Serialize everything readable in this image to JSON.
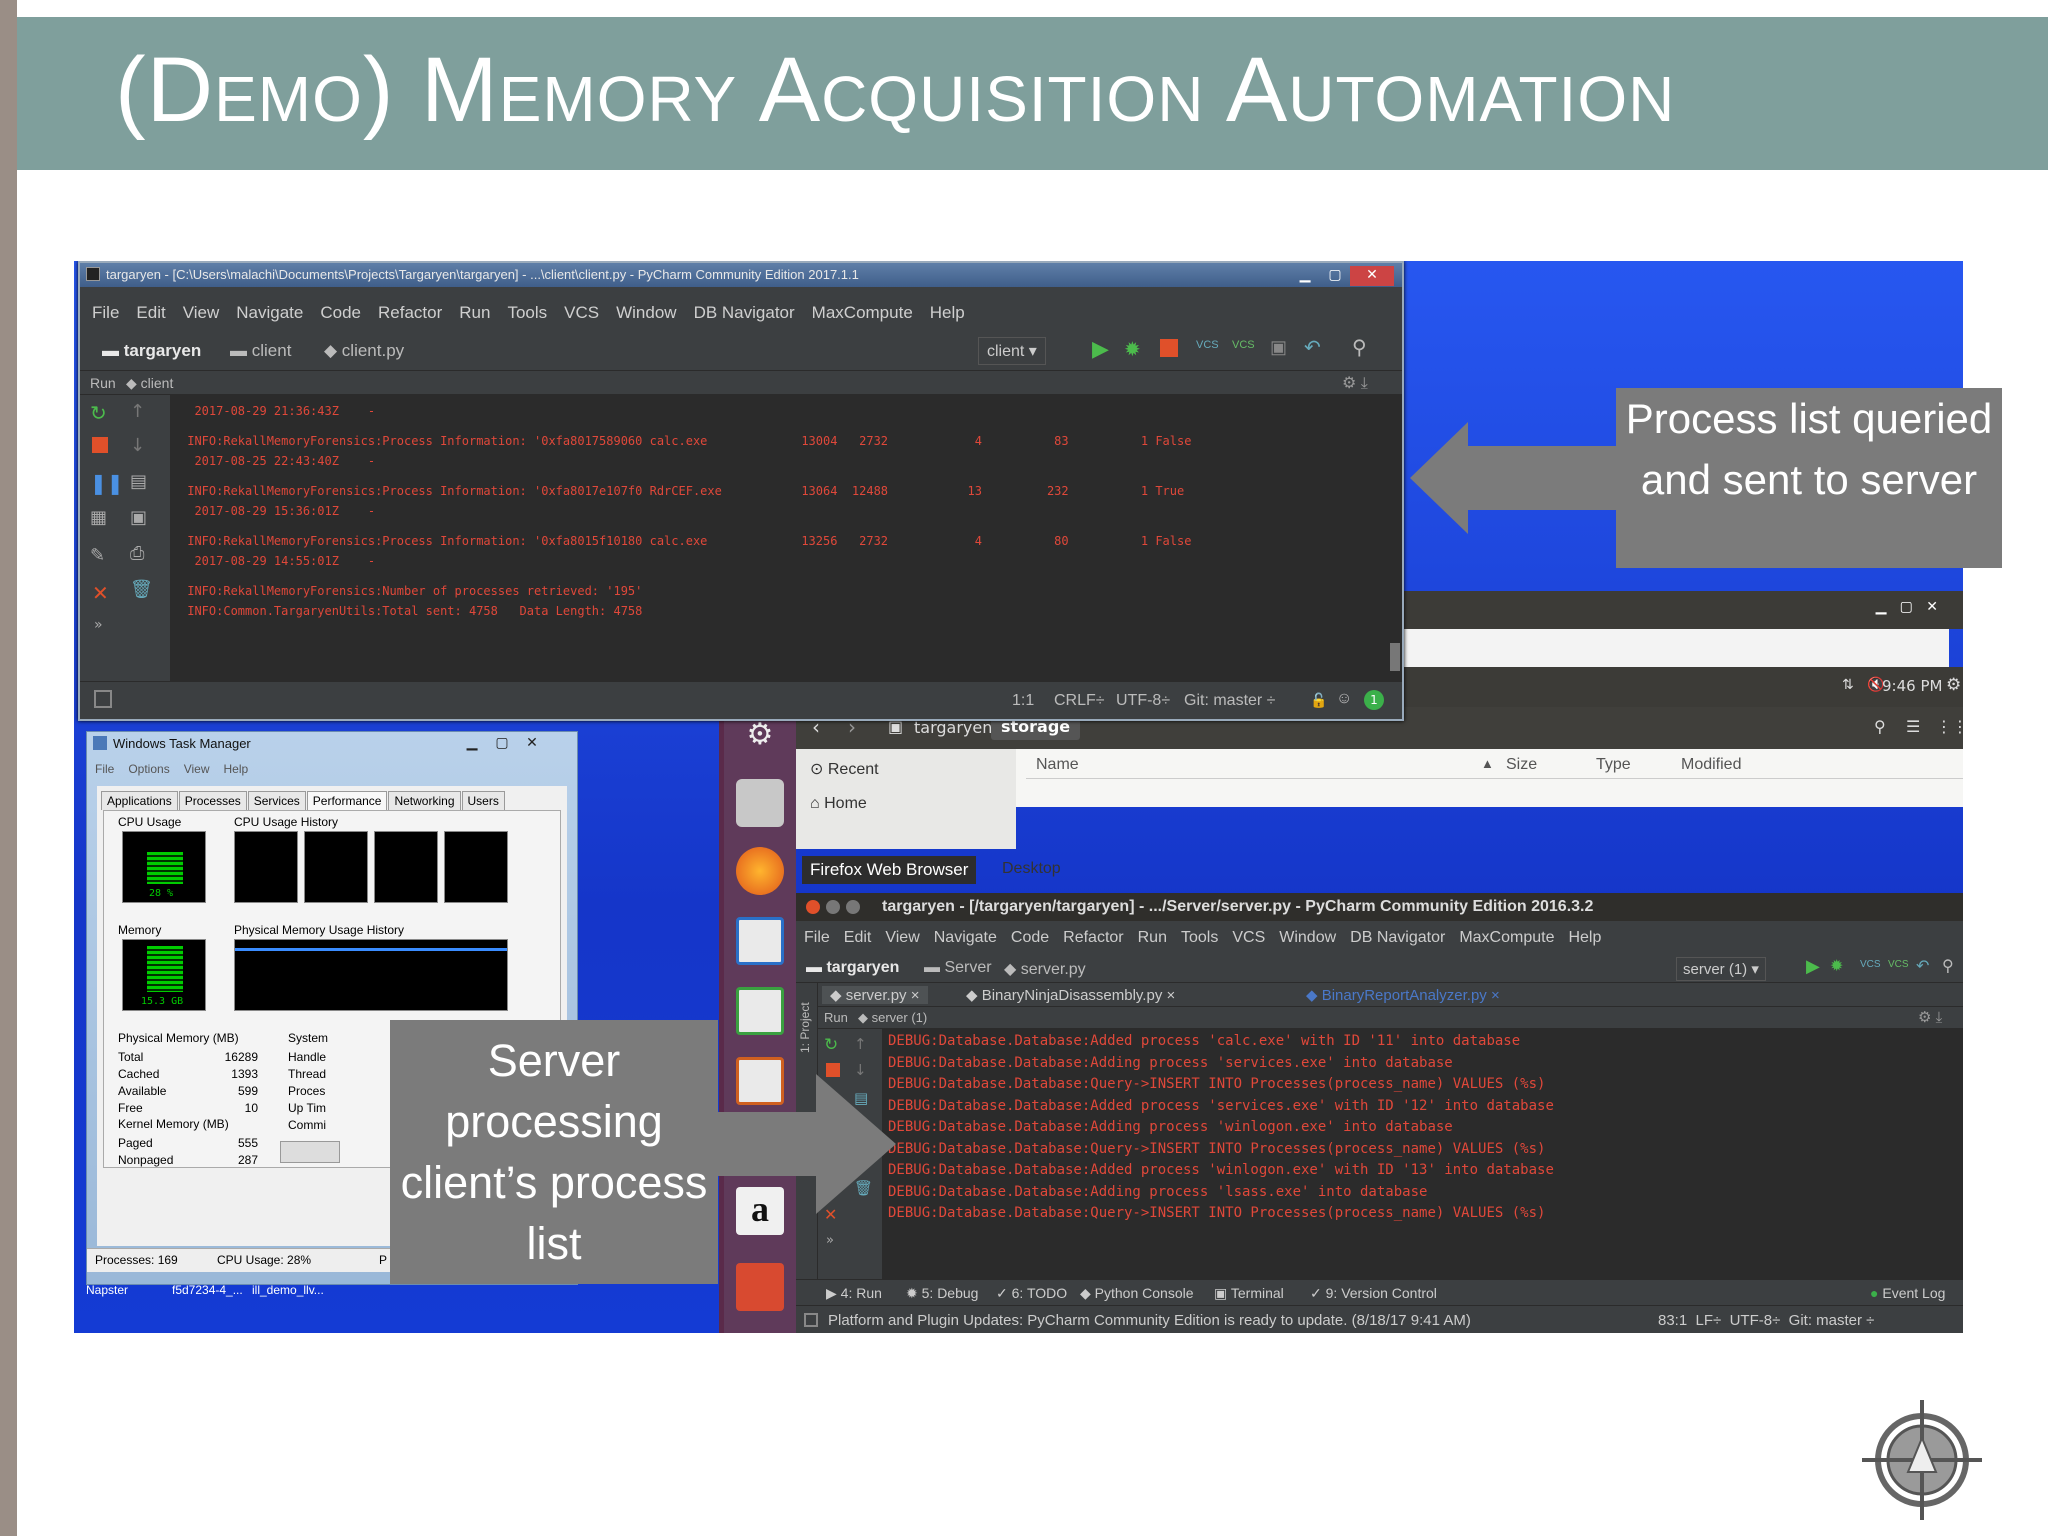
{
  "slide": {
    "title": "(Demo) Memory Acquisition Automation"
  },
  "client_ide": {
    "window_title": "targaryen - [C:\\Users\\malachi\\Documents\\Projects\\Targaryen\\targaryen] - ...\\client\\client.py - PyCharm Community Edition 2017.1.1",
    "menu": [
      "File",
      "Edit",
      "View",
      "Navigate",
      "Code",
      "Refactor",
      "Run",
      "Tools",
      "VCS",
      "Window",
      "DB Navigator",
      "MaxCompute",
      "Help"
    ],
    "breadcrumb": [
      "targaryen",
      "client",
      "client.py"
    ],
    "run_config": "client",
    "run_label": "Run",
    "run_target": "client",
    "console": [
      "  2017-08-29 21:36:43Z    -",
      " INFO:RekallMemoryForensics:Process Information: '0xfa8017589060 calc.exe             13004   2732            4          83          1 False",
      "  2017-08-25 22:43:40Z    -",
      " INFO:RekallMemoryForensics:Process Information: '0xfa8017e107f0 RdrCEF.exe           13064  12488           13         232          1 True",
      "  2017-08-29 15:36:01Z    -",
      " INFO:RekallMemoryForensics:Process Information: '0xfa8015f10180 calc.exe             13256   2732            4          80          1 False",
      "  2017-08-29 14:55:01Z    -",
      " INFO:RekallMemoryForensics:Number of processes retrieved: '195'",
      " INFO:Common.TargaryenUtils:Total sent: 4758   Data Length: 4758"
    ],
    "status": {
      "position": "1:1",
      "line_sep": "CRLF÷",
      "encoding": "UTF-8÷",
      "git": "Git: master ÷"
    }
  },
  "task_manager": {
    "title": "Windows Task Manager",
    "menu": [
      "File",
      "Options",
      "View",
      "Help"
    ],
    "tabs": [
      "Applications",
      "Processes",
      "Services",
      "Performance",
      "Networking",
      "Users"
    ],
    "active_tab": "Performance",
    "cpu_usage_label": "CPU Usage",
    "cpu_value": "28 %",
    "cpu_history_label": "CPU Usage History",
    "memory_label": "Memory",
    "memory_value": "15.3 GB",
    "mem_history_label": "Physical Memory Usage History",
    "physical_memory_label": "Physical Memory (MB)",
    "physical_memory": [
      [
        "Total",
        "16289"
      ],
      [
        "Cached",
        "1393"
      ],
      [
        "Available",
        "599"
      ],
      [
        "Free",
        "10"
      ]
    ],
    "system_label": "System",
    "system_rows": [
      "Handle",
      "Thread",
      "Proces",
      "Up Tim",
      "Commi"
    ],
    "kernel_memory_label": "Kernel Memory (MB)",
    "kernel_memory": [
      [
        "Paged",
        "555"
      ],
      [
        "Nonpaged",
        "287"
      ]
    ],
    "status": [
      "Processes: 169",
      "CPU Usage: 28%",
      "P"
    ]
  },
  "taskbar_bottom": [
    "Napster",
    "f5d7234-4_...",
    "ill_demo_llv..."
  ],
  "ubuntu": {
    "clock": "9:46 PM",
    "firefox_tooltip": "Firefox Web Browser",
    "files": {
      "path": [
        "targaryen",
        "storage"
      ],
      "sidebar": [
        "Recent",
        "Home",
        "Desktop"
      ],
      "columns": [
        "Name",
        "Size",
        "Type",
        "Modified"
      ]
    }
  },
  "server_ide": {
    "window_title": "targaryen - [/targaryen/targaryen] - .../Server/server.py - PyCharm Community Edition 2016.3.2",
    "menu": [
      "File",
      "Edit",
      "View",
      "Navigate",
      "Code",
      "Refactor",
      "Run",
      "Tools",
      "VCS",
      "Window",
      "DB Navigator",
      "MaxCompute",
      "Help"
    ],
    "breadcrumb": [
      "targaryen",
      "Server",
      "server.py"
    ],
    "run_config": "server (1)",
    "tabs": [
      "server.py",
      "BinaryNinjaDisassembly.py",
      "BinaryReportAnalyzer.py"
    ],
    "run_label": "Run",
    "run_target": "server (1)",
    "side_label": "1: Project",
    "console": [
      "DEBUG:Database.Database:Added process 'calc.exe' with ID '11' into database",
      "DEBUG:Database.Database:Adding process 'services.exe' into database",
      "DEBUG:Database.Database:Query->INSERT INTO Processes(process_name) VALUES (%s)",
      "DEBUG:Database.Database:Added process 'services.exe' with ID '12' into database",
      "DEBUG:Database.Database:Adding process 'winlogon.exe' into database",
      "DEBUG:Database.Database:Query->INSERT INTO Processes(process_name) VALUES (%s)",
      "DEBUG:Database.Database:Added process 'winlogon.exe' with ID '13' into database",
      "DEBUG:Database.Database:Adding process 'lsass.exe' into database",
      "DEBUG:Database.Database:Query->INSERT INTO Processes(process_name) VALUES (%s)"
    ],
    "bottom_tabs": [
      "4: Run",
      "5: Debug",
      "6: TODO",
      "Python Console",
      "Terminal",
      "9: Version Control",
      "Event Log"
    ],
    "status_message": "Platform and Plugin Updates: PyCharm Community Edition is ready to update. (8/18/17 9:41 AM)",
    "status_right": "83:1  LF÷  UTF-8÷  Git: master ÷"
  },
  "callouts": {
    "right": "Process list queried and sent to server",
    "left": "Server processing client’s process list"
  },
  "colors": {
    "title_bar": "#7f9f9c",
    "callout": "#7b7b7b",
    "log_red": "#e0483a",
    "desktop_blue": "#1a3fcf"
  }
}
